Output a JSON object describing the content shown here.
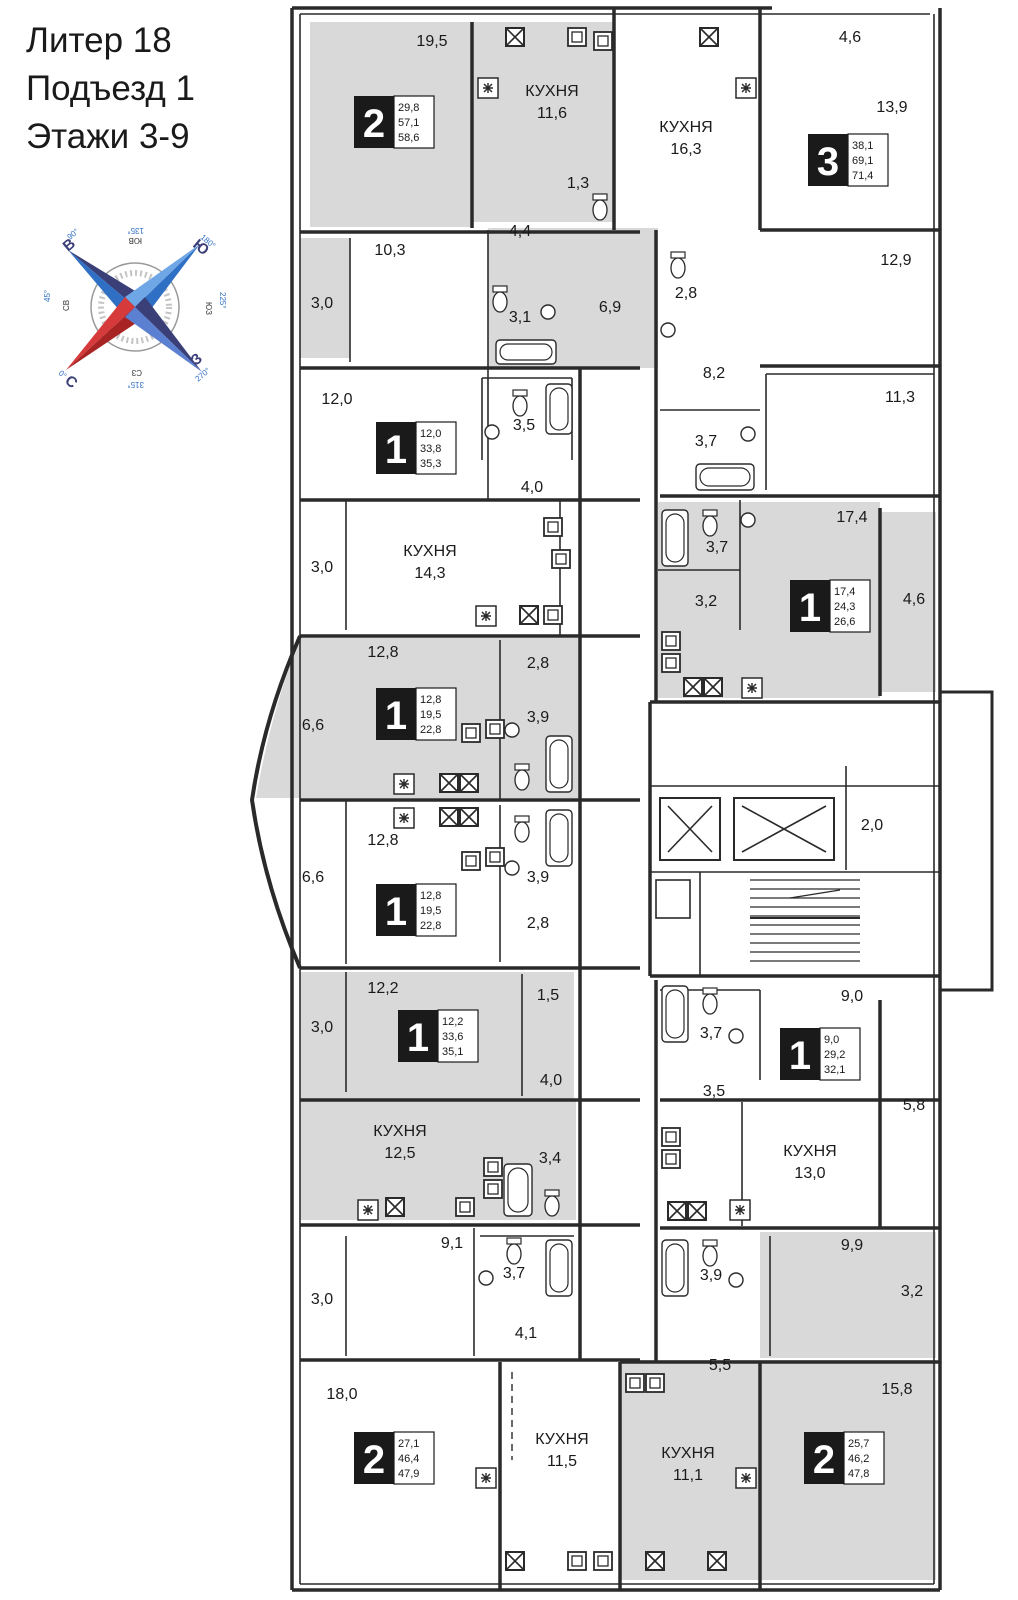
{
  "header": {
    "line1": "Литер 18",
    "line2": "Подъезд 1",
    "line3": "Этажи 3-9"
  },
  "compass": {
    "labels": {
      "v": "В",
      "yu": "Ю",
      "z": "З",
      "s": "С"
    },
    "degrees": {
      "d90": "90°",
      "d180": "180°",
      "d45": "45°",
      "d225": "225°",
      "d0": "0°",
      "d270": "270°",
      "d135": "135°",
      "d315": "315°"
    },
    "subs": {
      "yuv": "ЮВ",
      "sv": "СВ",
      "yuz": "ЮЗ",
      "sz": "СЗ"
    },
    "colors": {
      "red": "#d63a3a",
      "blue": "#2f6fc4",
      "dark": "#3a3f78"
    }
  },
  "colors": {
    "wall": "#2a2a2a",
    "shade": "#d9d9d9",
    "badge": "#1a1a1a"
  },
  "rooms": [
    {
      "id": "a1-room",
      "label": "19,5"
    },
    {
      "id": "a1-kitchen",
      "label": "КУХНЯ",
      "value": "11,6"
    },
    {
      "id": "a1-bath",
      "label": "1,3"
    },
    {
      "id": "a1-hall",
      "label": "4,4"
    },
    {
      "id": "a1-room2",
      "label": "10,3"
    },
    {
      "id": "a1-balcony",
      "label": "3,0"
    },
    {
      "id": "a1-wc",
      "label": "3,1"
    },
    {
      "id": "a1-corr",
      "label": "6,9"
    },
    {
      "id": "a2-room",
      "label": "12,0"
    },
    {
      "id": "a2-bath",
      "label": "3,5"
    },
    {
      "id": "a2-hall",
      "label": "4,0"
    },
    {
      "id": "a2-balcony",
      "label": "3,0"
    },
    {
      "id": "a2-kitchen",
      "label": "КУХНЯ",
      "value": "14,3"
    },
    {
      "id": "a3-room",
      "label": "12,8"
    },
    {
      "id": "a3-balcony",
      "label": "6,6"
    },
    {
      "id": "a3-hall",
      "label": "2,8"
    },
    {
      "id": "a3-bath",
      "label": "3,9"
    },
    {
      "id": "a4-room",
      "label": "12,8"
    },
    {
      "id": "a4-balcony",
      "label": "6,6"
    },
    {
      "id": "a4-bath",
      "label": "3,9"
    },
    {
      "id": "a4-hall",
      "label": "2,8"
    },
    {
      "id": "a5-room",
      "label": "12,2"
    },
    {
      "id": "a5-balcony",
      "label": "3,0"
    },
    {
      "id": "a5-hall2",
      "label": "1,5"
    },
    {
      "id": "a5-hall",
      "label": "4,0"
    },
    {
      "id": "a5-kitchen",
      "label": "КУХНЯ",
      "value": "12,5"
    },
    {
      "id": "a5-bath",
      "label": "3,4"
    },
    {
      "id": "a6-room2",
      "label": "9,1"
    },
    {
      "id": "a6-balcony",
      "label": "3,0"
    },
    {
      "id": "a6-bath",
      "label": "3,7"
    },
    {
      "id": "a6-hall",
      "label": "4,1"
    },
    {
      "id": "a6-room",
      "label": "18,0"
    },
    {
      "id": "a6-kitchen",
      "label": "КУХНЯ",
      "value": "11,5"
    },
    {
      "id": "a7-kitchen",
      "label": "КУХНЯ",
      "value": "11,1"
    },
    {
      "id": "a7-hall",
      "label": "5,5"
    },
    {
      "id": "a7-room",
      "label": "15,8"
    },
    {
      "id": "a7-bath",
      "label": "3,9"
    },
    {
      "id": "a7-room2",
      "label": "9,9"
    },
    {
      "id": "a7-balcony",
      "label": "3,2"
    },
    {
      "id": "a8-room",
      "label": "9,0"
    },
    {
      "id": "a8-bath",
      "label": "3,7"
    },
    {
      "id": "a8-hall",
      "label": "3,5"
    },
    {
      "id": "a8-kitchen",
      "label": "КУХНЯ",
      "value": "13,0"
    },
    {
      "id": "a8-balcony",
      "label": "5,8"
    },
    {
      "id": "lobby",
      "label": "2,0"
    },
    {
      "id": "a9-room",
      "label": "17,4"
    },
    {
      "id": "a9-bath",
      "label": "3,7"
    },
    {
      "id": "a9-hall",
      "label": "3,2"
    },
    {
      "id": "a9-balcony",
      "label": "4,6"
    },
    {
      "id": "a10-bath",
      "label": "3,7"
    },
    {
      "id": "a10-room3",
      "label": "11,3"
    },
    {
      "id": "a10-hall",
      "label": "8,2"
    },
    {
      "id": "a10-wc",
      "label": "2,8"
    },
    {
      "id": "a10-room2",
      "label": "12,9"
    },
    {
      "id": "a10-kitchen",
      "label": "КУХНЯ",
      "value": "16,3"
    },
    {
      "id": "a10-room",
      "label": "13,9"
    },
    {
      "id": "a10-balcony",
      "label": "4,6"
    }
  ],
  "badges": [
    {
      "id": "apt-a1",
      "rooms": "2",
      "a": "29,8",
      "b": "57,1",
      "c": "58,6"
    },
    {
      "id": "apt-a2",
      "rooms": "1",
      "a": "12,0",
      "b": "33,8",
      "c": "35,3"
    },
    {
      "id": "apt-a3",
      "rooms": "1",
      "a": "12,8",
      "b": "19,5",
      "c": "22,8"
    },
    {
      "id": "apt-a4",
      "rooms": "1",
      "a": "12,8",
      "b": "19,5",
      "c": "22,8"
    },
    {
      "id": "apt-a5",
      "rooms": "1",
      "a": "12,2",
      "b": "33,6",
      "c": "35,1"
    },
    {
      "id": "apt-a6",
      "rooms": "2",
      "a": "27,1",
      "b": "46,4",
      "c": "47,9"
    },
    {
      "id": "apt-a7",
      "rooms": "2",
      "a": "25,7",
      "b": "46,2",
      "c": "47,8"
    },
    {
      "id": "apt-a8",
      "rooms": "1",
      "a": "9,0",
      "b": "29,2",
      "c": "32,1"
    },
    {
      "id": "apt-a9",
      "rooms": "1",
      "a": "17,4",
      "b": "24,3",
      "c": "26,6"
    },
    {
      "id": "apt-a10",
      "rooms": "3",
      "a": "38,1",
      "b": "69,1",
      "c": "71,4"
    }
  ]
}
